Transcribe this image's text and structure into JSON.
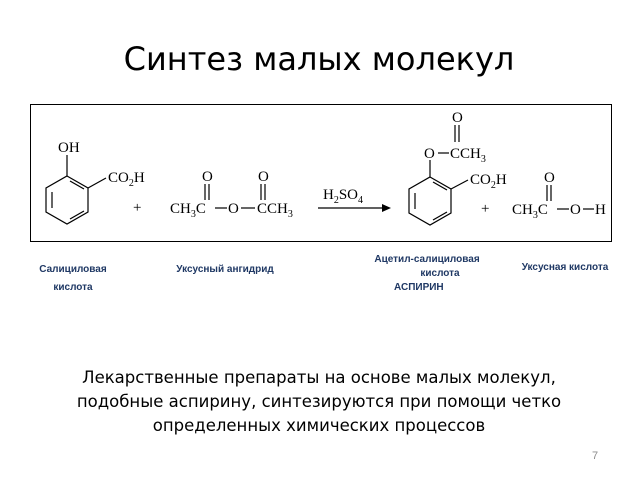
{
  "slide": {
    "title": "Синтез малых молекул",
    "page_number": "7",
    "caption_lines": [
      "Лекарственные препараты на основе малых молекул,",
      "подобные аспирину, синтезируются при помощи четко",
      "определенных химических процессов"
    ]
  },
  "reaction": {
    "salicylic": {
      "oh": "OH",
      "co2h": "CO",
      "co2h_sub": "2",
      "co2h_tail": "H"
    },
    "plus": "+",
    "anhydride": {
      "o_top": "O",
      "ch3": "CH",
      "sub3": "3",
      "c": "C",
      "o": "O",
      "cch3": "CCH"
    },
    "catalyst": {
      "h": "H",
      "h_sub": "2",
      "so": "SO",
      "so_sub": "4"
    },
    "aspirin": {
      "o": "O",
      "cch3": "CCH",
      "sub3": "3",
      "o_top": "O",
      "co2h": "CO",
      "co2h_sub": "2",
      "co2h_tail": "H"
    },
    "acetic": {
      "o_top": "O",
      "ch3": "CH",
      "sub3": "3",
      "c": "C",
      "o": "O",
      "h": "H"
    }
  },
  "labels": {
    "salicylic": [
      "Салициловая",
      "кислота"
    ],
    "anhydride": "Уксусный ангидрид",
    "aspirin": [
      "Ацетил-салициловая",
      "кислота",
      "АСПИРИН"
    ],
    "acetic": "Уксусная кислота"
  },
  "colors": {
    "label": "#1f3864",
    "page_number": "#8c8c8c"
  }
}
